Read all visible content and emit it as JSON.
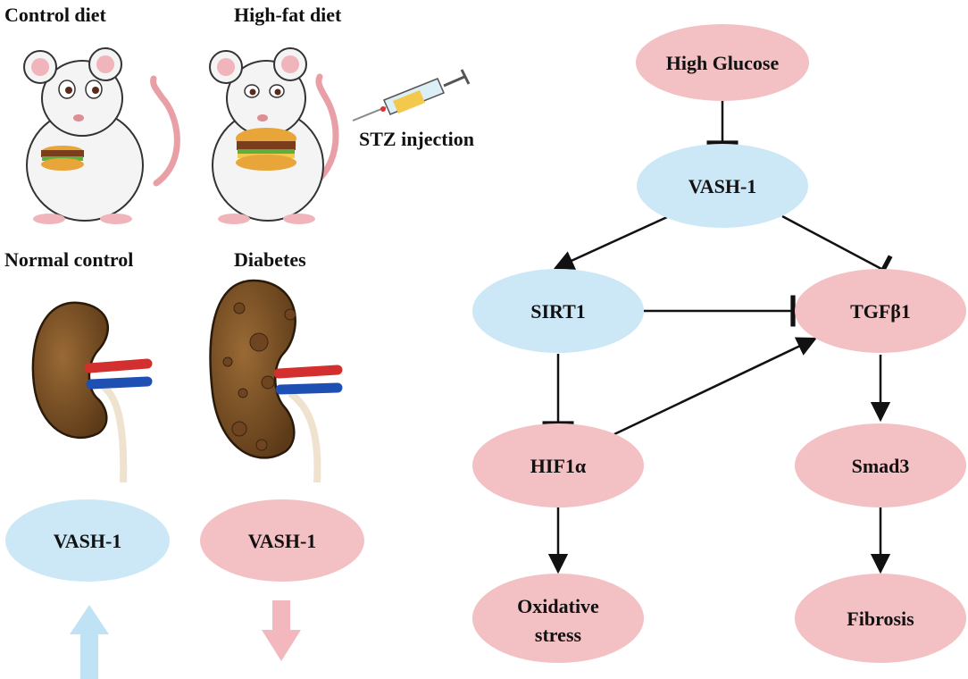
{
  "labels": {
    "control_diet": "Control diet",
    "high_fat_diet": "High-fat diet",
    "stz_injection": "STZ injection",
    "normal_control": "Normal control",
    "diabetes": "Diabetes",
    "left_vash": "VASH-1",
    "right_vash": "VASH-1"
  },
  "nodes": {
    "high_glucose": "High Glucose",
    "vash1": "VASH-1",
    "sirt1": "SIRT1",
    "tgfb1": "TGFβ1",
    "hif1a": "HIF1α",
    "smad3": "Smad3",
    "oxidative_line1": "Oxidative",
    "oxidative_line2": "stress",
    "fibrosis": "Fibrosis"
  },
  "colors": {
    "pink": "#F3C0C3",
    "blue": "#CCE8F7",
    "up_arrow": "#BFE3F5",
    "down_arrow": "#F2B8BE",
    "kidney": "#7A5226"
  }
}
